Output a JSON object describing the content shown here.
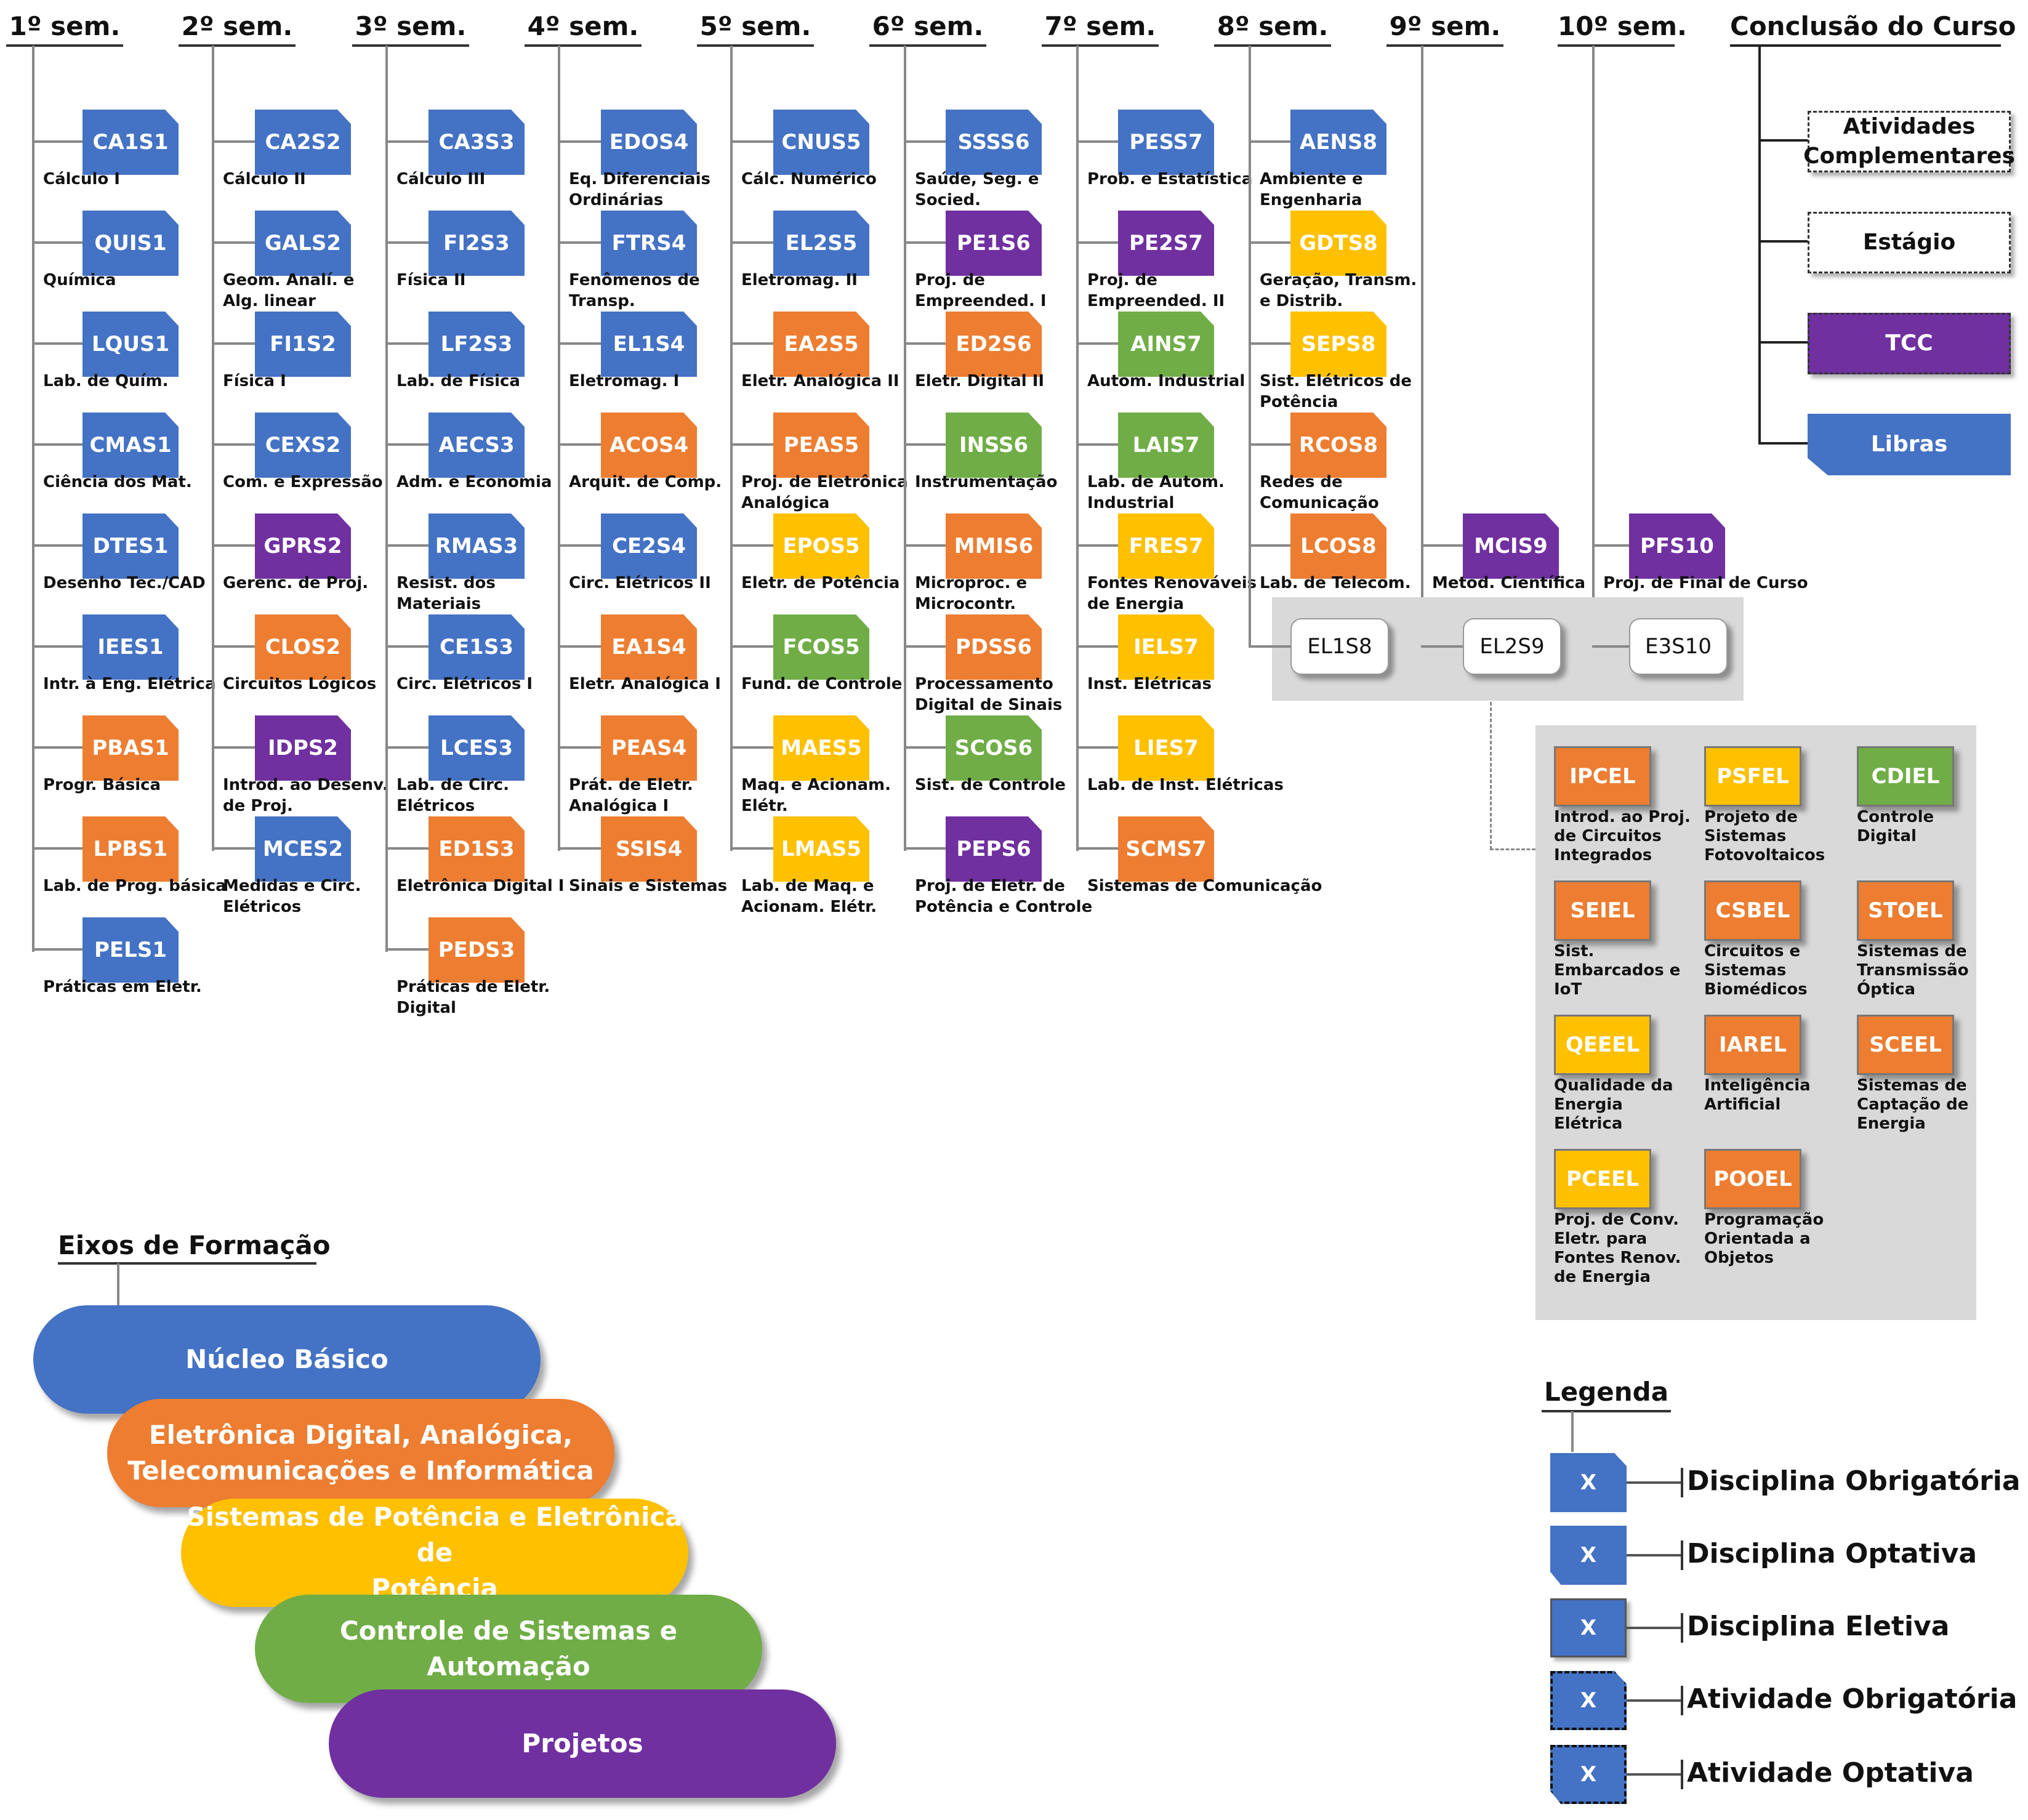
{
  "colors": {
    "blue": "#4472C4",
    "orange": "#ED7D31",
    "yellow": "#FFC000",
    "green": "#70AD47",
    "purple": "#7030A0",
    "gray_panel": "#D9D9D9"
  },
  "semesters": [
    {
      "title": "1º sem.",
      "items": [
        {
          "code": "CA1S1",
          "label": "Cálculo I",
          "color": "blue",
          "kind": "obr"
        },
        {
          "code": "QUIS1",
          "label": "Química",
          "color": "blue",
          "kind": "obr"
        },
        {
          "code": "LQUS1",
          "label": "Lab. de Quím.",
          "color": "blue",
          "kind": "obr"
        },
        {
          "code": "CMAS1",
          "label": "Ciência dos Mat.",
          "color": "blue",
          "kind": "obr"
        },
        {
          "code": "DTES1",
          "label": "Desenho Tec./CAD",
          "color": "blue",
          "kind": "obr"
        },
        {
          "code": "IEES1",
          "label": "Intr. à Eng. Elétrica",
          "color": "blue",
          "kind": "obr"
        },
        {
          "code": "PBAS1",
          "label": "Progr. Básica",
          "color": "orange",
          "kind": "obr"
        },
        {
          "code": "LPBS1",
          "label": "Lab. de Prog. básica",
          "color": "orange",
          "kind": "obr"
        },
        {
          "code": "PELS1",
          "label": "Práticas em Eletr.",
          "color": "blue",
          "kind": "obr"
        }
      ]
    },
    {
      "title": "2º sem.",
      "items": [
        {
          "code": "CA2S2",
          "label": "Cálculo II",
          "color": "blue",
          "kind": "obr"
        },
        {
          "code": "GALS2",
          "label": "Geom. Analí. e\nAlg. linear",
          "color": "blue",
          "kind": "obr"
        },
        {
          "code": "FI1S2",
          "label": "Física I",
          "color": "blue",
          "kind": "obr"
        },
        {
          "code": "CEXS2",
          "label": "Com. e Expressão",
          "color": "blue",
          "kind": "obr"
        },
        {
          "code": "GPRS2",
          "label": "Gerenc. de Proj.",
          "color": "purple",
          "kind": "obr"
        },
        {
          "code": "CLOS2",
          "label": "Circuitos Lógicos",
          "color": "orange",
          "kind": "obr"
        },
        {
          "code": "IDPS2",
          "label": "Introd. ao Desenv.\nde Proj.",
          "color": "purple",
          "kind": "obr"
        },
        {
          "code": "MCES2",
          "label": "Medidas e Circ.\nElétricos",
          "color": "blue",
          "kind": "obr"
        }
      ]
    },
    {
      "title": "3º sem.",
      "items": [
        {
          "code": "CA3S3",
          "label": "Cálculo III",
          "color": "blue",
          "kind": "obr"
        },
        {
          "code": "FI2S3",
          "label": "Física II",
          "color": "blue",
          "kind": "obr"
        },
        {
          "code": "LF2S3",
          "label": "Lab. de Física",
          "color": "blue",
          "kind": "obr"
        },
        {
          "code": "AECS3",
          "label": "Adm. e Economia",
          "color": "blue",
          "kind": "obr"
        },
        {
          "code": "RMAS3",
          "label": "Resist. dos\nMateriais",
          "color": "blue",
          "kind": "obr"
        },
        {
          "code": "CE1S3",
          "label": "Circ. Elétricos I",
          "color": "blue",
          "kind": "obr"
        },
        {
          "code": "LCES3",
          "label": "Lab. de Circ.\nElétricos",
          "color": "blue",
          "kind": "obr"
        },
        {
          "code": "ED1S3",
          "label": "Eletrônica Digital I",
          "color": "orange",
          "kind": "obr"
        },
        {
          "code": "PEDS3",
          "label": "Práticas de Eletr.\nDigital",
          "color": "orange",
          "kind": "obr"
        }
      ]
    },
    {
      "title": "4º sem.",
      "items": [
        {
          "code": "EDOS4",
          "label": "Eq. Diferenciais\nOrdinárias",
          "color": "blue",
          "kind": "obr"
        },
        {
          "code": "FTRS4",
          "label": "Fenômenos de\nTransp.",
          "color": "blue",
          "kind": "obr"
        },
        {
          "code": "EL1S4",
          "label": "Eletromag. I",
          "color": "blue",
          "kind": "obr"
        },
        {
          "code": "ACOS4",
          "label": "Arquit. de Comp.",
          "color": "orange",
          "kind": "obr"
        },
        {
          "code": "CE2S4",
          "label": "Circ. Elétricos II",
          "color": "blue",
          "kind": "obr"
        },
        {
          "code": "EA1S4",
          "label": "Eletr. Analógica I",
          "color": "orange",
          "kind": "obr"
        },
        {
          "code": "PEAS4",
          "label": "Prát. de Eletr.\nAnalógica I",
          "color": "orange",
          "kind": "obr"
        },
        {
          "code": "SSIS4",
          "label": "Sinais e Sistemas",
          "color": "orange",
          "kind": "obr"
        }
      ]
    },
    {
      "title": "5º sem.",
      "items": [
        {
          "code": "CNUS5",
          "label": "Cálc. Numérico",
          "color": "blue",
          "kind": "obr"
        },
        {
          "code": "EL2S5",
          "label": "Eletromag. II",
          "color": "blue",
          "kind": "obr"
        },
        {
          "code": "EA2S5",
          "label": "Eletr. Analógica II",
          "color": "orange",
          "kind": "obr"
        },
        {
          "code": "PEAS5",
          "label": "Proj. de Eletrônica\nAnalógica",
          "color": "orange",
          "kind": "obr"
        },
        {
          "code": "EPOS5",
          "label": "Eletr. de Potência",
          "color": "yellow",
          "kind": "obr"
        },
        {
          "code": "FCOS5",
          "label": "Fund. de Controle",
          "color": "green",
          "kind": "obr"
        },
        {
          "code": "MAES5",
          "label": "Maq. e Acionam.\nElétr.",
          "color": "yellow",
          "kind": "obr"
        },
        {
          "code": "LMAS5",
          "label": "Lab. de Maq. e\nAcionam. Elétr.",
          "color": "yellow",
          "kind": "obr"
        }
      ]
    },
    {
      "title": "6º sem.",
      "items": [
        {
          "code": "SSSS6",
          "label": "Saúde, Seg. e\nSocied.",
          "color": "blue",
          "kind": "obr"
        },
        {
          "code": "PE1S6",
          "label": "Proj. de\nEmpreended. I",
          "color": "purple",
          "kind": "obr"
        },
        {
          "code": "ED2S6",
          "label": "Eletr. Digital II",
          "color": "orange",
          "kind": "obr"
        },
        {
          "code": "INSS6",
          "label": "Instrumentação",
          "color": "green",
          "kind": "obr"
        },
        {
          "code": "MMIS6",
          "label": "Microproc. e\nMicrocontr.",
          "color": "orange",
          "kind": "obr"
        },
        {
          "code": "PDSS6",
          "label": "Processamento\nDigital de Sinais",
          "color": "orange",
          "kind": "obr"
        },
        {
          "code": "SCOS6",
          "label": "Sist. de Controle",
          "color": "green",
          "kind": "obr"
        },
        {
          "code": "PEPS6",
          "label": "Proj. de Eletr. de\nPotência e Controle",
          "color": "purple",
          "kind": "obr"
        }
      ]
    },
    {
      "title": "7º sem.",
      "items": [
        {
          "code": "PESS7",
          "label": "Prob. e Estatística",
          "color": "blue",
          "kind": "obr"
        },
        {
          "code": "PE2S7",
          "label": "Proj. de\nEmpreended. II",
          "color": "purple",
          "kind": "obr"
        },
        {
          "code": "AINS7",
          "label": "Autom. Industrial",
          "color": "green",
          "kind": "obr"
        },
        {
          "code": "LAIS7",
          "label": "Lab. de Autom.\nIndustrial",
          "color": "green",
          "kind": "obr"
        },
        {
          "code": "FRES7",
          "label": "Fontes Renováveis\nde Energia",
          "color": "yellow",
          "kind": "obr"
        },
        {
          "code": "IELS7",
          "label": "Inst. Elétricas",
          "color": "yellow",
          "kind": "obr"
        },
        {
          "code": "LIES7",
          "label": "Lab. de Inst. Elétricas",
          "color": "yellow",
          "kind": "obr"
        },
        {
          "code": "SCMS7",
          "label": "Sistemas de Comunicação",
          "color": "orange",
          "kind": "obr"
        }
      ]
    },
    {
      "title": "8º sem.",
      "items": [
        {
          "code": "AENS8",
          "label": "Ambiente e\nEngenharia",
          "color": "blue",
          "kind": "obr"
        },
        {
          "code": "GDTS8",
          "label": "Geração, Transm.\ne Distrib.",
          "color": "yellow",
          "kind": "obr"
        },
        {
          "code": "SEPS8",
          "label": "Sist. Elétricos de\nPotência",
          "color": "yellow",
          "kind": "obr"
        },
        {
          "code": "RCOS8",
          "label": "Redes de\nComunicação",
          "color": "orange",
          "kind": "obr"
        },
        {
          "code": "LCOS8",
          "label": "Lab. de Telecom.",
          "color": "orange",
          "kind": "obr"
        }
      ]
    },
    {
      "title": "9º sem.",
      "items": [
        {
          "code": "MCIS9",
          "label": "Metod. Científica",
          "color": "purple",
          "kind": "obr"
        }
      ]
    },
    {
      "title": "10º sem.",
      "items": [
        {
          "code": "PFS10",
          "label": "Proj. de Final de Curso",
          "color": "purple",
          "kind": "obr"
        }
      ]
    }
  ],
  "electives_slots": [
    "EL1S8",
    "EL2S9",
    "E3S10"
  ],
  "conclusion": {
    "title": "Conclusão do Curso",
    "items": [
      {
        "label": "Atividades\nComplementares",
        "style": "dashed-white"
      },
      {
        "label": "Estágio",
        "style": "dashed-white"
      },
      {
        "label": "TCC",
        "style": "dashed-purple"
      },
      {
        "label": "Libras",
        "style": "blue-optional"
      }
    ]
  },
  "elective_pool": [
    {
      "code": "IPCEL",
      "label": "Introd. ao Proj.\nde Circuitos\nIntegrados",
      "color": "orange"
    },
    {
      "code": "PSFEL",
      "label": "Projeto de\nSistemas\nFotovoltaicos",
      "color": "yellow"
    },
    {
      "code": "CDIEL",
      "label": "Controle\nDigital",
      "color": "green"
    },
    {
      "code": "SEIEL",
      "label": "Sist.\nEmbarcados e\nIoT",
      "color": "orange"
    },
    {
      "code": "CSBEL",
      "label": "Circuitos e\nSistemas\nBiomédicos",
      "color": "orange"
    },
    {
      "code": "STOEL",
      "label": "Sistemas de\nTransmissão\nÓptica",
      "color": "orange"
    },
    {
      "code": "QEEEL",
      "label": "Qualidade da\nEnergia\nElétrica",
      "color": "yellow"
    },
    {
      "code": "IAREL",
      "label": "Inteligência\nArtificial",
      "color": "orange"
    },
    {
      "code": "SCEEL",
      "label": "Sistemas de\nCaptação de\nEnergia",
      "color": "orange"
    },
    {
      "code": "PCEEL",
      "label": "Proj. de Conv.\nEletr. para\nFontes Renov.\nde Energia",
      "color": "yellow"
    },
    {
      "code": "POOEL",
      "label": "Programação\nOrientada a\nObjetos",
      "color": "orange"
    }
  ],
  "axes": {
    "title": "Eixos de Formação",
    "items": [
      {
        "label": "Núcleo Básico",
        "color": "blue"
      },
      {
        "label": "Eletrônica Digital, Analógica,\nTelecomunicações e Informática",
        "color": "orange"
      },
      {
        "label": "Sistemas de Potência e Eletrônica de\nPotência",
        "color": "yellow"
      },
      {
        "label": "Controle de Sistemas e Automação",
        "color": "green"
      },
      {
        "label": "Projetos",
        "color": "purple"
      }
    ]
  },
  "legend": {
    "title": "Legenda",
    "symbol": "X",
    "items": [
      {
        "label": "Disciplina Obrigatória",
        "kind": "obr"
      },
      {
        "label": "Disciplina Optativa",
        "kind": "opt"
      },
      {
        "label": "Disciplina Eletiva",
        "kind": "ele"
      },
      {
        "label": "Atividade Obrigatória",
        "kind": "act-obr"
      },
      {
        "label": "Atividade Optativa",
        "kind": "act-opt"
      }
    ]
  }
}
